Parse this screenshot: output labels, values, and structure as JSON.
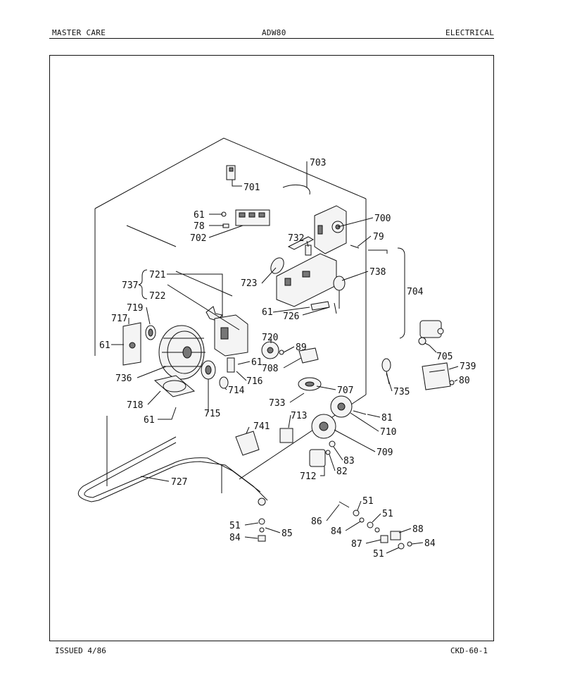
{
  "header": {
    "left": "MASTER CARE",
    "center": "ADW80",
    "right": "ELECTRICAL"
  },
  "footer": {
    "left": "ISSUED 4/86",
    "right": "CKD-60-1"
  },
  "callouts": [
    {
      "id": "c703",
      "text": "703"
    },
    {
      "id": "c701",
      "text": "701"
    },
    {
      "id": "c61a",
      "text": "61"
    },
    {
      "id": "c78",
      "text": "78"
    },
    {
      "id": "c702",
      "text": "702"
    },
    {
      "id": "c700",
      "text": "700"
    },
    {
      "id": "c732",
      "text": "732"
    },
    {
      "id": "c79",
      "text": "79"
    },
    {
      "id": "c723",
      "text": "723"
    },
    {
      "id": "c738",
      "text": "738"
    },
    {
      "id": "c704",
      "text": "704"
    },
    {
      "id": "c61b",
      "text": "61"
    },
    {
      "id": "c726",
      "text": "726"
    },
    {
      "id": "c737",
      "text": "737"
    },
    {
      "id": "c721",
      "text": "721"
    },
    {
      "id": "c722",
      "text": "722"
    },
    {
      "id": "c719",
      "text": "719"
    },
    {
      "id": "c717",
      "text": "717"
    },
    {
      "id": "c61c",
      "text": "61"
    },
    {
      "id": "c720",
      "text": "720"
    },
    {
      "id": "c89",
      "text": "89"
    },
    {
      "id": "c61d",
      "text": "61"
    },
    {
      "id": "c708",
      "text": "708"
    },
    {
      "id": "c705",
      "text": "705"
    },
    {
      "id": "c739",
      "text": "739"
    },
    {
      "id": "c80",
      "text": "80"
    },
    {
      "id": "c736",
      "text": "736"
    },
    {
      "id": "c716",
      "text": "716"
    },
    {
      "id": "c714",
      "text": "714"
    },
    {
      "id": "c707",
      "text": "707"
    },
    {
      "id": "c735",
      "text": "735"
    },
    {
      "id": "c733",
      "text": "733"
    },
    {
      "id": "c718",
      "text": "718"
    },
    {
      "id": "c713",
      "text": "713"
    },
    {
      "id": "c81",
      "text": "81"
    },
    {
      "id": "c61e",
      "text": "61"
    },
    {
      "id": "c715",
      "text": "715"
    },
    {
      "id": "c710",
      "text": "710"
    },
    {
      "id": "c741",
      "text": "741"
    },
    {
      "id": "c709",
      "text": "709"
    },
    {
      "id": "c83",
      "text": "83"
    },
    {
      "id": "c712",
      "text": "712"
    },
    {
      "id": "c82",
      "text": "82"
    },
    {
      "id": "c727",
      "text": "727"
    },
    {
      "id": "c51a",
      "text": "51"
    },
    {
      "id": "c51b",
      "text": "51"
    },
    {
      "id": "c86",
      "text": "86"
    },
    {
      "id": "c51c",
      "text": "51"
    },
    {
      "id": "c88",
      "text": "88"
    },
    {
      "id": "c84a",
      "text": "84"
    },
    {
      "id": "c85",
      "text": "85"
    },
    {
      "id": "c84b",
      "text": "84"
    },
    {
      "id": "c87",
      "text": "87"
    },
    {
      "id": "c84c",
      "text": "84"
    },
    {
      "id": "c51d",
      "text": "51"
    }
  ]
}
